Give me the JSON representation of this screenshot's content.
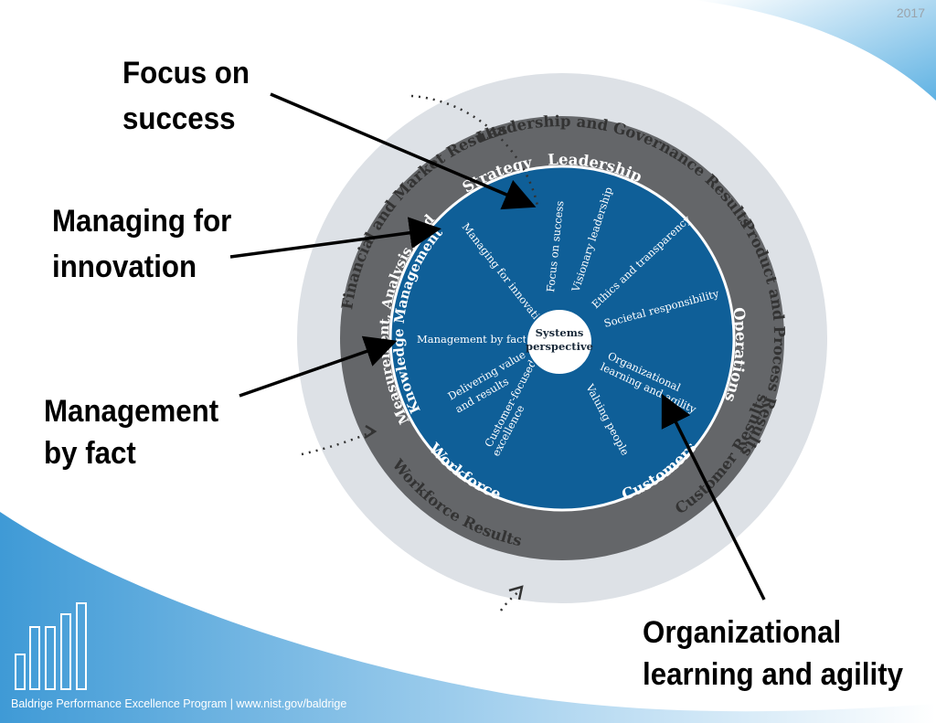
{
  "year": "2017",
  "footer": "Baldrige Performance Excellence Program | www.nist.gov/baldrige",
  "callouts": {
    "focus_on_success": [
      "Focus on",
      "success"
    ],
    "managing_for_innovation": [
      "Managing for",
      "innovation"
    ],
    "management_by_fact": [
      "Management",
      "by fact"
    ],
    "organizational_learning": [
      "Organizational",
      "learning and agility"
    ]
  },
  "outer_ring": {
    "leadership_results": "Leadership and Governance Results",
    "product_results": "Product and Process Results",
    "workforce_results": "Workforce Results",
    "customer_results": "Customer Results",
    "financial_results": "Financial and Market Results"
  },
  "middle_ring": {
    "leadership": "Leadership",
    "operations": "Operations",
    "workforce": "Workforce",
    "customers": "Customers",
    "measurement_line1": "Measurement, Analysis, and",
    "measurement_line2": "Knowledge Management",
    "strategy": "Strategy"
  },
  "core": {
    "center_line1": "Systems",
    "center_line2": "perspective",
    "spokes": {
      "focus_on_success": "Focus on success",
      "visionary_leadership": "Visionary leadership",
      "ethics": "Ethics and transparency",
      "societal": "Societal responsibility",
      "org_learning_line1": "Organizational",
      "org_learning_line2": "learning and agility",
      "valuing_people": "Valuing people",
      "customer_focused_line1": "Customer-focused",
      "customer_focused_line2": "excellence",
      "delivering_value_line1": "Delivering value",
      "delivering_value_line2": "and results",
      "management_by_fact": "Management by fact",
      "managing_for_innovation": "Managing for innovation"
    }
  },
  "colors": {
    "outer_ring": "#dde1e6",
    "middle_ring": "#646669",
    "core": "#0f5f98",
    "background_accent": "#3f9ad6"
  }
}
